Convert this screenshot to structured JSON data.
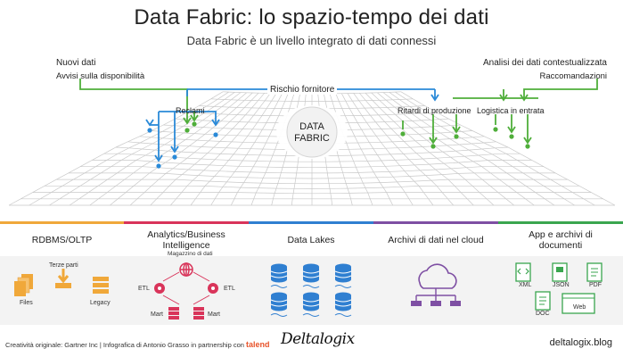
{
  "header": {
    "title": "Data Fabric: lo spazio-tempo dei dati",
    "subtitle": "Data Fabric è un livello integrato di dati connessi"
  },
  "diagram": {
    "left_top_label": "Nuovi dati",
    "left_sub_label": "Avvisi sulla disponibilità",
    "right_top_label": "Analisi dei dati contestualizzata",
    "right_sub_label": "Raccomandazioni",
    "center_label": "Rischio fornitore",
    "claims_label": "Reclami",
    "production_label": "Ritardi di produzione",
    "logistics_label": "Logistica in entrata",
    "core_line1": "DATA",
    "core_line2": "FABRIC"
  },
  "columns": [
    {
      "title": "RDBMS/OLTP",
      "color": "#f0a83a"
    },
    {
      "title": "Analytics/Business Intelligence",
      "color": "#d9345a"
    },
    {
      "title": "Data Lakes",
      "color": "#2f7fd1"
    },
    {
      "title": "Archivi di dati nel cloud",
      "color": "#7e4fa3"
    },
    {
      "title": "App e archivi di documenti",
      "color": "#3aa64f"
    }
  ],
  "rdbms": {
    "files": "Files",
    "third_party": "Terze parti",
    "legacy": "Legacy"
  },
  "analytics": {
    "warehouse": "Magazzino di dati",
    "etl_left": "ETL",
    "etl_right": "ETL",
    "mart_left": "Mart",
    "mart_right": "Mart"
  },
  "documents": {
    "xml": "XML",
    "json": "JSON",
    "pdf": "PDF",
    "doc": "DOC",
    "web": "Web"
  },
  "colors": {
    "blue_arrow": "#2a8ad8",
    "green_arrow": "#4fae3a",
    "rdbms_icon": "#f0a83a",
    "analytics_icon": "#d9345a",
    "lake_icon": "#2f7fd1",
    "cloud_icon": "#7e4fa3",
    "doc_icon": "#3aa64f"
  },
  "footer": {
    "credit": "Creatività originale: Gartner Inc | Infografica di Antonio Grasso in partnership con",
    "partner": "talend",
    "brand": "Deltalogix",
    "site": "deltalogix.blog"
  }
}
